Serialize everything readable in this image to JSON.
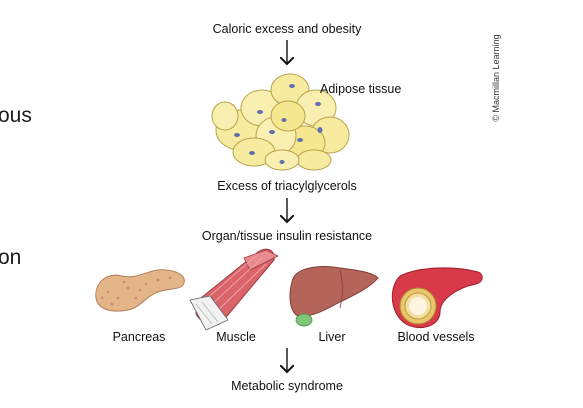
{
  "left_edge_fragments": [
    "ous",
    "on"
  ],
  "flow": {
    "top": "Caloric excess and obesity",
    "adipose_label": "Adipose tissue",
    "middle": "Excess of triacylglycerols",
    "resistance": "Organ/tissue insulin resistance",
    "bottom": "Metabolic syndrome"
  },
  "organs": [
    "Pancreas",
    "Muscle",
    "Liver",
    "Blood vessels"
  ],
  "credit": "© Macmillan Learning",
  "colors": {
    "fat_cell": "#f7eba0",
    "fat_nucleus": "#5d6fb0",
    "pancreas": "#e5b58a",
    "muscle": "#d9646a",
    "liver": "#b5645a",
    "gallbladder": "#7ec77a",
    "vessel": "#d93a4a",
    "vessel_ring": "#e8c76a"
  }
}
